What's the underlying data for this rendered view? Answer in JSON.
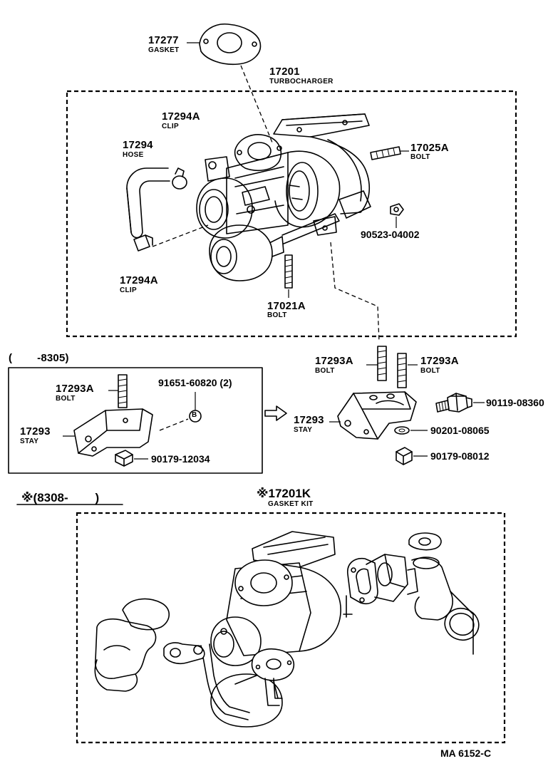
{
  "header": {
    "gasket_17277": {
      "number": "17277",
      "name": "GASKET"
    },
    "turbocharger": {
      "number": "17201",
      "name": "TURBOCHARGER"
    }
  },
  "turbo_group": {
    "clip_top": {
      "number": "17294A",
      "name": "CLIP"
    },
    "hose": {
      "number": "17294",
      "name": "HOSE"
    },
    "clip_bottom": {
      "number": "17294A",
      "name": "CLIP"
    },
    "bolt_right": {
      "number": "17025A",
      "name": "BOLT"
    },
    "nut_right": {
      "number": "90523-04002"
    },
    "bolt_bottom": {
      "number": "17021A",
      "name": "BOLT"
    }
  },
  "early_version": {
    "range": "(        -8305)",
    "bolt": {
      "number": "17293A",
      "name": "BOLT"
    },
    "clamp_ref": {
      "number": "91651-60820 (2)",
      "mark": "B"
    },
    "stay": {
      "number": "17293",
      "name": "STAY"
    },
    "nut": {
      "number": "90179-12034"
    }
  },
  "stay_group": {
    "bolt_left": {
      "number": "17293A",
      "name": "BOLT"
    },
    "bolt_right": {
      "number": "17293A",
      "name": "BOLT"
    },
    "stay": {
      "number": "17293",
      "name": "STAY"
    },
    "union_bolt": {
      "number": "90119-08360"
    },
    "washer": {
      "number": "90201-08065"
    },
    "nut": {
      "number": "90179-08012"
    }
  },
  "late_version": {
    "range": "※(8308-        )",
    "gasket_kit": {
      "number": "※17201K",
      "name": "GASKET KIT"
    }
  },
  "footer": {
    "drawing_code": "MA 6152-C"
  }
}
